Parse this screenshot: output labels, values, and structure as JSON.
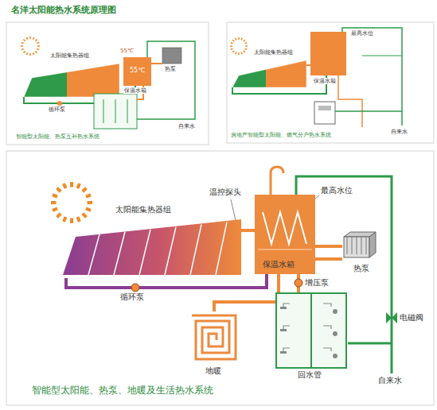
{
  "diagram": {
    "title": "名洋太阳能热水系统原理图",
    "caption": "智能型太阳能、热泵、地暖及生活热水系统",
    "nodes": [
      {
        "text": [
          "太阳能集热器组"
        ]
      },
      {
        "text": [
          "保温水箱"
        ]
      },
      {
        "text": [
          "热泵"
        ]
      },
      {
        "text": [
          "地暖"
        ]
      },
      {
        "text": [
          "回水管"
        ]
      }
    ],
    "edges": [
      {
        "from": 0,
        "to": 1,
        "arrow": "none"
      },
      {
        "from": 1,
        "to": 0,
        "arrow": "none"
      },
      {
        "from": 1,
        "to": 2,
        "arrow": "none"
      },
      {
        "from": 1,
        "to": 3,
        "arrow": "none"
      },
      {
        "from": 1,
        "to": 4,
        "arrow": "none"
      }
    ],
    "labels": [
      "温控探头",
      "最高水位",
      "增压泵",
      "循环泵",
      "电磁阀",
      "自来水",
      "太阳能集热器组",
      "55℃",
      "55℃",
      "保温水箱",
      "热泵",
      "循环泵",
      "自来水",
      "智能型太阳能、热泵互补热水系统",
      "太阳能集热器组",
      "最高水位",
      "保温水箱",
      "自来水",
      "房地产智能型太阳能、燃气分户热水系统"
    ]
  }
}
